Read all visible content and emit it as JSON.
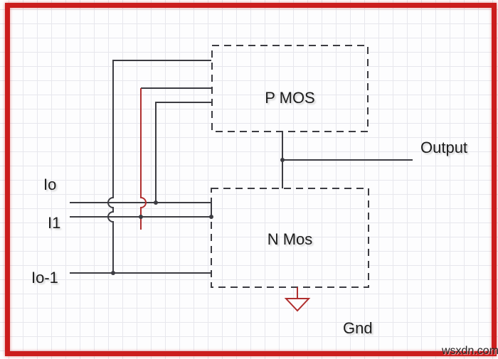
{
  "diagram": {
    "blocks": {
      "pmos": "P MOS",
      "nmos": "N Mos"
    },
    "inputs": {
      "io": "Io",
      "i1": "I1",
      "io_minus_1": "Io-1"
    },
    "output_label": "Output",
    "ground_label": "Gnd",
    "watermark": "wsxdn.com",
    "colors": {
      "frame_red": "#cb1d1d",
      "wire_dark": "#3c3c42",
      "wire_red": "#b02f2f",
      "grid_line": "#e7e7ed",
      "text": "#1c1c1c"
    }
  }
}
